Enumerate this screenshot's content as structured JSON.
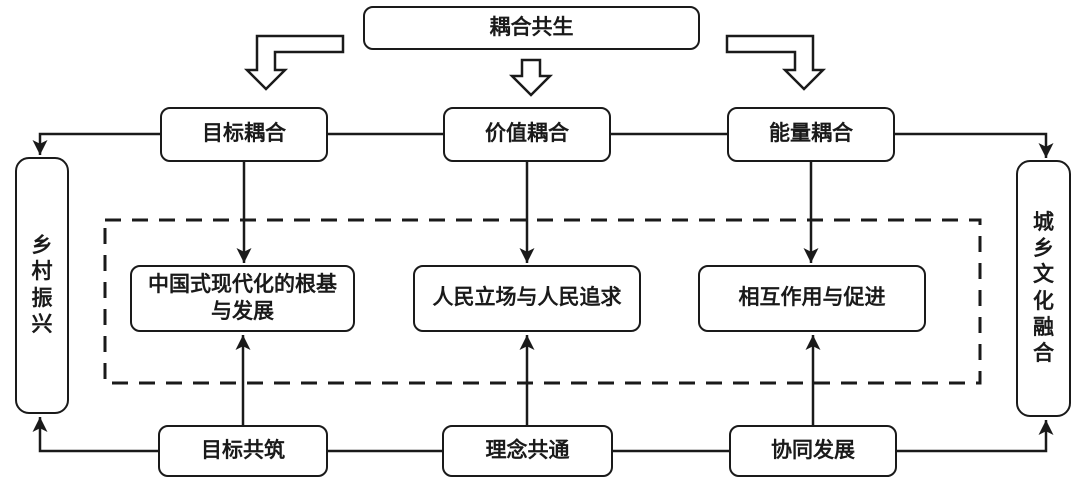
{
  "diagram": {
    "nodes": {
      "top": {
        "label": "耦合共生"
      },
      "coupling": [
        {
          "id": "goal-coupling",
          "label": "目标耦合"
        },
        {
          "id": "value-coupling",
          "label": "价值耦合"
        },
        {
          "id": "energy-coupling",
          "label": "能量耦合"
        }
      ],
      "left_vertical": {
        "label": "乡村振兴"
      },
      "right_vertical": {
        "label": "城乡文化融合"
      },
      "inner": [
        {
          "label": "中国式现代化的根基与发展"
        },
        {
          "label": "人民立场与人民追求"
        },
        {
          "label": "相互作用与促进"
        }
      ],
      "bottom": [
        {
          "id": "goal-cobuilding",
          "label": "目标共筑"
        },
        {
          "id": "concept-commonality",
          "label": "理念共通"
        },
        {
          "id": "coordinated-development",
          "label": "协同发展"
        }
      ]
    },
    "edges": [
      {
        "from": "耦合共生",
        "to": "目标耦合",
        "style": "hollow-bent-arrow"
      },
      {
        "from": "耦合共生",
        "to": "价值耦合",
        "style": "hollow-down-arrow"
      },
      {
        "from": "耦合共生",
        "to": "能量耦合",
        "style": "hollow-bent-arrow"
      },
      {
        "from": "目标耦合",
        "to": "价值耦合",
        "style": "line"
      },
      {
        "from": "价值耦合",
        "to": "能量耦合",
        "style": "line"
      },
      {
        "from": "目标耦合",
        "to": "乡村振兴",
        "style": "arrow"
      },
      {
        "from": "能量耦合",
        "to": "城乡文化融合",
        "style": "arrow"
      },
      {
        "from": "目标耦合",
        "to": "中国式现代化的根基与发展",
        "style": "arrow"
      },
      {
        "from": "价值耦合",
        "to": "人民立场与人民追求",
        "style": "arrow"
      },
      {
        "from": "能量耦合",
        "to": "相互作用与促进",
        "style": "arrow"
      },
      {
        "from": "目标共筑",
        "to": "中国式现代化的根基与发展",
        "style": "arrow"
      },
      {
        "from": "理念共通",
        "to": "人民立场与人民追求",
        "style": "arrow"
      },
      {
        "from": "协同发展",
        "to": "相互作用与促进",
        "style": "arrow"
      },
      {
        "from": "目标共筑",
        "to": "理念共通",
        "style": "line"
      },
      {
        "from": "理念共通",
        "to": "协同发展",
        "style": "line"
      },
      {
        "from": "目标共筑",
        "to": "乡村振兴",
        "style": "arrow"
      },
      {
        "from": "协同发展",
        "to": "城乡文化融合",
        "style": "arrow"
      }
    ],
    "colors": {
      "stroke": "#1a1a1a",
      "box_fill": "#ffffff",
      "background": "#ffffff"
    }
  }
}
